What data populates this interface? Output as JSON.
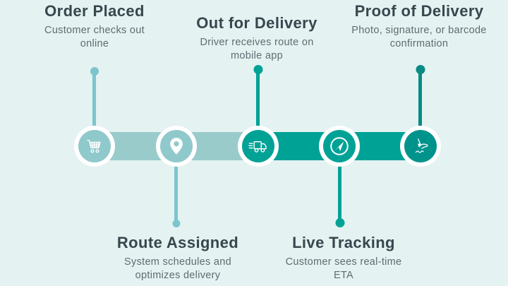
{
  "infographic": {
    "theme": "delivery-process-timeline",
    "background_color": "#e4f2f1",
    "accent_light_teal": "#8fc9cb",
    "accent_dark_teal": "#00a296",
    "accent_deep_teal": "#00938c",
    "title_color": "#37474e",
    "description_color": "#5d6d71"
  },
  "stages": [
    {
      "title": "Order Placed",
      "description": "Customer checks out online",
      "position": "top",
      "icon": "shopping-cart-icon",
      "tone": "light"
    },
    {
      "title": "Route Assigned",
      "description": "System schedules and optimizes delivery",
      "position": "bottom",
      "icon": "map-pin-icon",
      "tone": "light"
    },
    {
      "title": "Out for Delivery",
      "description": "Driver receives route on mobile app",
      "position": "top",
      "icon": "delivery-truck-icon",
      "tone": "dark"
    },
    {
      "title": "Live Tracking",
      "description": "Customer sees real-time ETA",
      "position": "bottom",
      "icon": "navigation-arrow-icon",
      "tone": "dark"
    },
    {
      "title": "Proof of Delivery",
      "description": "Photo, signature, or barcode confirmation",
      "position": "top",
      "icon": "signature-icon",
      "tone": "darker"
    }
  ]
}
